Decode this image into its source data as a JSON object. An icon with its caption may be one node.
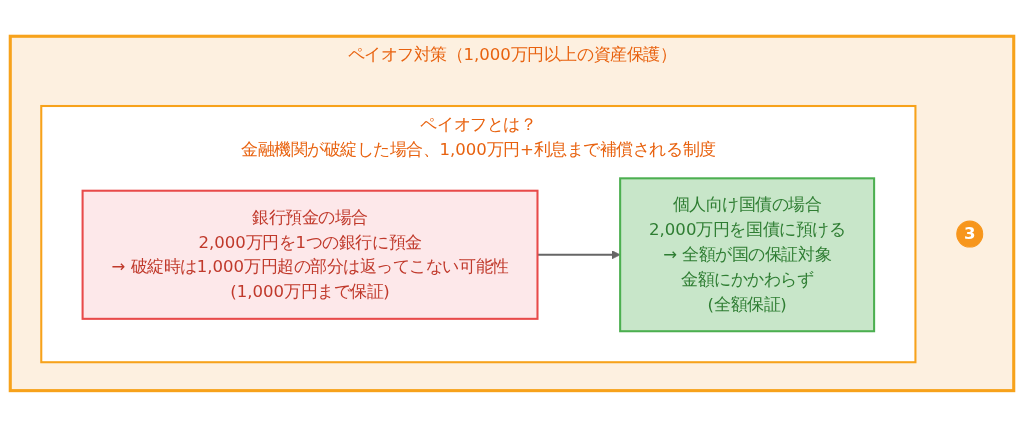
{
  "diagram": {
    "nodes": [
      {
        "text": [
          "ペイオフ対策（1,000万円以上の資産保護）"
        ]
      },
      {
        "text": [
          "3"
        ],
        "in": 0
      },
      {
        "text": [
          "ペイオフとは？",
          "金融機関が破綻した場合、1,000万円+利息まで補償される制度"
        ],
        "in": 0
      },
      {
        "text": [
          "銀行預金の場合",
          "2,000万円を1つの銀行に預金",
          "→ 破綻時は1,000万円超の部分は返ってこない可能性",
          "(1,000万円まで保証)"
        ],
        "in": 2
      },
      {
        "text": [
          "個人向け国債の場合",
          "2,000万円を国債に預ける",
          "→ 全額が国の保証対象",
          "金額にかかわらず",
          "(全額保証)"
        ],
        "in": 2
      }
    ],
    "edges": [
      {
        "from": 3,
        "to": 4,
        "arrow": "to"
      }
    ]
  }
}
